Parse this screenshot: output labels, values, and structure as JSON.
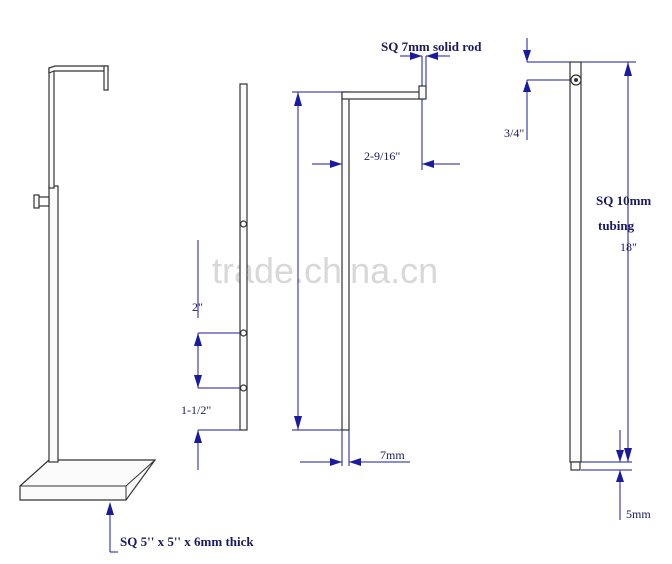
{
  "labels": {
    "rod_spec": "SQ 7mm solid rod",
    "dim_2_9_16": "2-9/16\"",
    "dim_7mm": "7mm",
    "dim_3_4": "3/4\"",
    "tubing_line1": "SQ 10mm",
    "tubing_line2": "tubing",
    "dim_18": "18\"",
    "dim_5mm": "5mm",
    "dim_2": "2\"",
    "dim_1_1_2": "1-1/2\"",
    "base_spec": "SQ 5'' x 5'' x 6mm thick"
  },
  "watermark": "trade.china.cn",
  "colors": {
    "dimension": "#1a1aa0",
    "part_outline": "#333333",
    "label_text": "#1a1a60"
  }
}
